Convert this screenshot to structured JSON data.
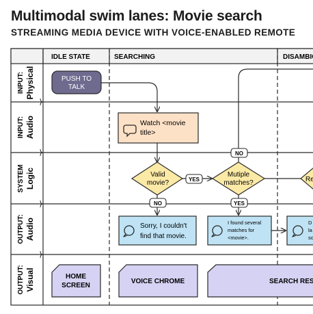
{
  "title": "Multimodal swim lanes: Movie search",
  "subtitle": "STREAMING MEDIA DEVICE WITH VOICE-ENABLED REMOTE",
  "columns": [
    "IDLE STATE",
    "SEARCHING",
    "DISAMBIGUATION"
  ],
  "lanes": [
    {
      "kind": "INPUT:",
      "name": "Physical"
    },
    {
      "kind": "INPUT:",
      "name": "Audio"
    },
    {
      "kind": "SYSTEM",
      "name": "Logic"
    },
    {
      "kind": "OUTPUT:",
      "name": "Audio"
    },
    {
      "kind": "OUTPUT:",
      "name": "Visual"
    }
  ],
  "nodes": {
    "push_to_talk": [
      "PUSH TO",
      "TALK"
    ],
    "watch_movie": [
      "Watch <movie",
      "title>"
    ],
    "valid_movie": [
      "Valid",
      "movie?"
    ],
    "multiple_matches": [
      "Mutiple",
      "matches?"
    ],
    "partial_diamond": "Re",
    "sorry": [
      "Sorry, I couldn't",
      "find that movie."
    ],
    "found_several": [
      "I found several",
      "matches for",
      "<movie>."
    ],
    "partial_audio": [
      "D",
      "la",
      "so"
    ],
    "home_screen": [
      "HOME",
      "SCREEN"
    ],
    "voice_chrome": "VOICE CHROME",
    "search_results": "SEARCH RESULTS"
  },
  "edge_labels": {
    "yes": "YES",
    "no": "NO"
  },
  "colors": {
    "physical_fill": "#6e6b8f",
    "audio_input_fill": "#fce1c6",
    "logic_fill": "#fbe9a6",
    "audio_output_fill": "#bfe3f5",
    "visual_fill": "#d6d2f3",
    "header_fill": "#f2f2f2",
    "line": "#2a2a2a"
  },
  "icons": [
    "speech-bubble-icon"
  ]
}
